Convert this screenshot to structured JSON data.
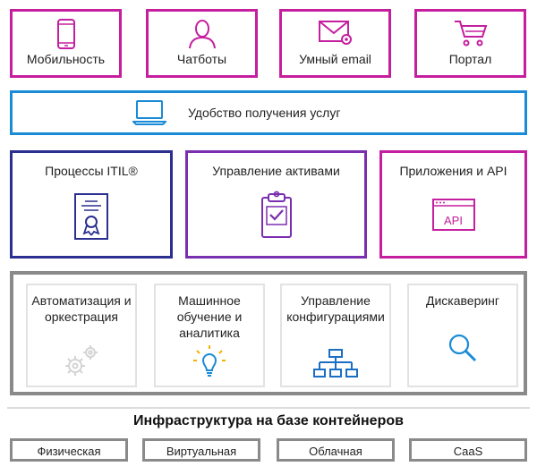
{
  "channels": [
    {
      "label": "Мобильность",
      "icon": "smartphone-icon"
    },
    {
      "label": "Чатботы",
      "icon": "person-icon"
    },
    {
      "label": "Умный email",
      "icon": "envelope-icon"
    },
    {
      "label": "Портал",
      "icon": "shopping-cart-icon"
    }
  ],
  "service_bar": {
    "label": "Удобство получения услуг",
    "icon": "laptop-icon"
  },
  "middle": [
    {
      "label": "Процессы ITIL®",
      "icon": "certificate-icon"
    },
    {
      "label": "Управление активами",
      "icon": "clipboard-check-icon"
    },
    {
      "label": "Приложения и API",
      "icon": "browser-window-icon",
      "badge": "API"
    }
  ],
  "platform": [
    {
      "label": "Автоматизация и оркестрация",
      "icon": "gears-icon"
    },
    {
      "label": "Машинное обучение и аналитика",
      "icon": "lightbulb-icon"
    },
    {
      "label": "Управление конфигурациями",
      "icon": "hierarchy-icon"
    },
    {
      "label": "Дискаверинг",
      "icon": "magnifier-icon"
    }
  ],
  "infrastructure": {
    "title": "Инфраструктура на базе контейнеров",
    "items": [
      "Физическая",
      "Виртуальная",
      "Облачная",
      "CaaS"
    ]
  },
  "colors": {
    "magenta": "#c51e9e",
    "blue": "#1a8bd6",
    "navy": "#2b2f8f",
    "purple": "#7a2fb0",
    "gray": "#8a8a8a"
  }
}
